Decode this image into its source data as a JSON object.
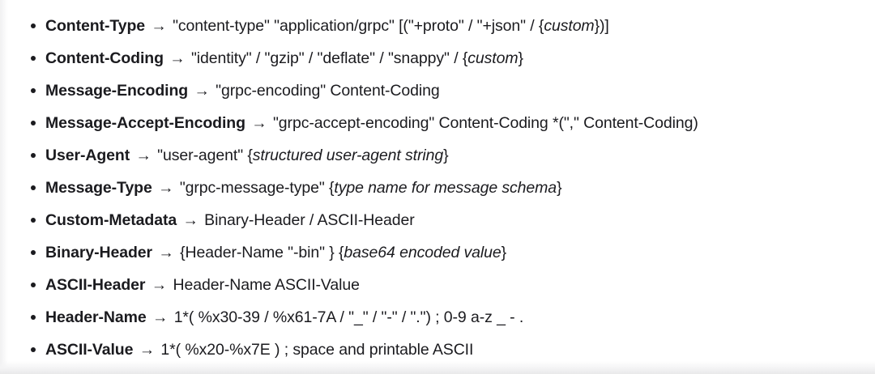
{
  "document": {
    "type": "abnf-grammar-bulleted-list",
    "background_color": "#ffffff",
    "text_color": "#1b1b1f",
    "arrow_glyph": "→",
    "rules": [
      {
        "name": "Content-Type",
        "arrow": "→",
        "definition_parts": [
          {
            "text": "\"content-type\" \"application/grpc\" [(\"+proto\" / \"+json\" / {",
            "italic": false
          },
          {
            "text": "custom",
            "italic": true
          },
          {
            "text": "})]",
            "italic": false
          }
        ],
        "definition_plain": "\"content-type\" \"application/grpc\" [(\"+proto\" / \"+json\" / {custom})]"
      },
      {
        "name": "Content-Coding",
        "arrow": "→",
        "definition_parts": [
          {
            "text": "\"identity\" / \"gzip\" / \"deflate\" / \"snappy\" / {",
            "italic": false
          },
          {
            "text": "custom",
            "italic": true
          },
          {
            "text": "}",
            "italic": false
          }
        ],
        "definition_plain": "\"identity\" / \"gzip\" / \"deflate\" / \"snappy\" / {custom}"
      },
      {
        "name": "Message-Encoding",
        "arrow": "→",
        "definition_parts": [
          {
            "text": "\"grpc-encoding\" Content-Coding",
            "italic": false
          }
        ],
        "definition_plain": "\"grpc-encoding\" Content-Coding"
      },
      {
        "name": "Message-Accept-Encoding",
        "arrow": "→",
        "definition_parts": [
          {
            "text": "\"grpc-accept-encoding\" Content-Coding *(\",\" Content-Coding)",
            "italic": false
          }
        ],
        "definition_plain": "\"grpc-accept-encoding\" Content-Coding *(\",\" Content-Coding)"
      },
      {
        "name": "User-Agent",
        "arrow": "→",
        "definition_parts": [
          {
            "text": "\"user-agent\" {",
            "italic": false
          },
          {
            "text": "structured user-agent string",
            "italic": true
          },
          {
            "text": "}",
            "italic": false
          }
        ],
        "definition_plain": "\"user-agent\" {structured user-agent string}"
      },
      {
        "name": "Message-Type",
        "arrow": "→",
        "definition_parts": [
          {
            "text": "\"grpc-message-type\" {",
            "italic": false
          },
          {
            "text": "type name for message schema",
            "italic": true
          },
          {
            "text": "}",
            "italic": false
          }
        ],
        "definition_plain": "\"grpc-message-type\" {type name for message schema}"
      },
      {
        "name": "Custom-Metadata",
        "arrow": "→",
        "definition_parts": [
          {
            "text": "Binary-Header / ASCII-Header",
            "italic": false
          }
        ],
        "definition_plain": "Binary-Header / ASCII-Header"
      },
      {
        "name": "Binary-Header",
        "arrow": "→",
        "definition_parts": [
          {
            "text": "{Header-Name \"-bin\" } {",
            "italic": false
          },
          {
            "text": "base64 encoded value",
            "italic": true
          },
          {
            "text": "}",
            "italic": false
          }
        ],
        "definition_plain": "{Header-Name \"-bin\" } {base64 encoded value}"
      },
      {
        "name": "ASCII-Header",
        "arrow": "→",
        "definition_parts": [
          {
            "text": "Header-Name ASCII-Value",
            "italic": false
          }
        ],
        "definition_plain": "Header-Name ASCII-Value"
      },
      {
        "name": "Header-Name",
        "arrow": "→",
        "definition_parts": [
          {
            "text": "1*( %x30-39 / %x61-7A / \"_\" / \"-\" / \".\") ; 0-9 a-z _ - .",
            "italic": false
          }
        ],
        "definition_plain": "1*( %x30-39 / %x61-7A / \"_\" / \"-\" / \".\") ; 0-9 a-z _ - ."
      },
      {
        "name": "ASCII-Value",
        "arrow": "→",
        "definition_parts": [
          {
            "text": "1*( %x20-%x7E ) ; space and printable ASCII",
            "italic": false
          }
        ],
        "definition_plain": "1*( %x20-%x7E ) ; space and printable ASCII"
      }
    ]
  }
}
